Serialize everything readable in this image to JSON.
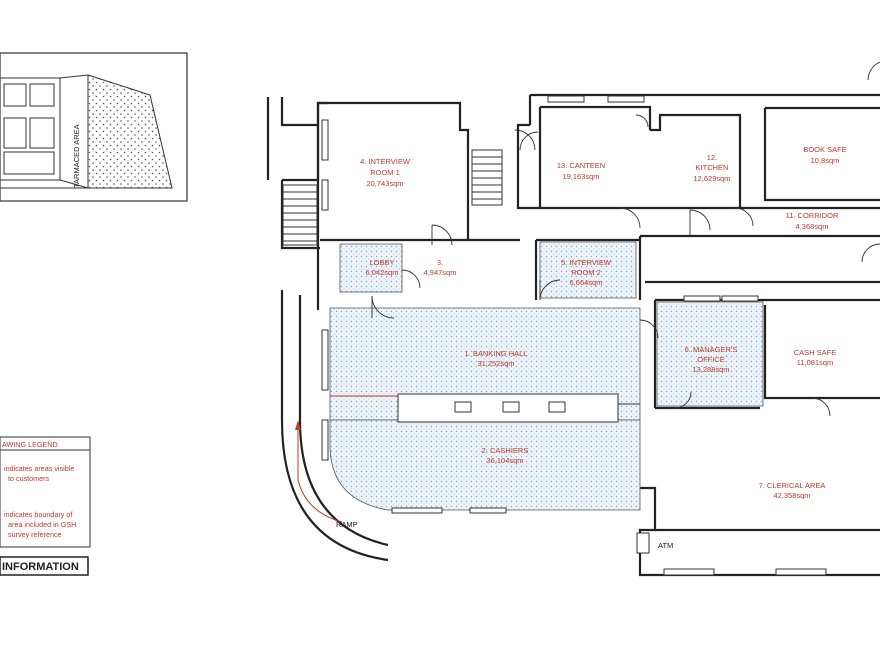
{
  "plan": {
    "site_map": {
      "tarmac_label": "TARMACED AREA"
    },
    "rooms": {
      "interview_room_1": {
        "line1": "4. INTERVIEW",
        "line2": "ROOM 1",
        "area": "20,743sqm"
      },
      "canteen": {
        "line1": "13. CANTEEN",
        "area": "19,163sqm"
      },
      "kitchen": {
        "line1": "12.",
        "line2": "KITCHEN",
        "area": "12,629sqm"
      },
      "book_safe": {
        "line1": "BOOK SAFE",
        "area": "10,8sqm"
      },
      "corridor": {
        "line1": "11. CORRIDOR",
        "area": "4,368sqm"
      },
      "lobby": {
        "line1": "LOBBY",
        "area": "6,042sqm"
      },
      "room_3": {
        "line1": "3.",
        "area": "4,947sqm"
      },
      "interview_room_2": {
        "line1": "5. INTERVIEW",
        "line2": "ROOM 2",
        "area": "6,664sqm"
      },
      "banking_hall": {
        "line1": "1. BANKING HALL",
        "area": "31,252sqm"
      },
      "managers_office": {
        "line1": "6. MANAGER'S",
        "line2": "OFFICE",
        "area": "13,288sqm"
      },
      "cash_safe": {
        "line1": "CASH SAFE",
        "area": "11,081sqm"
      },
      "cashiers": {
        "line1": "2. CASHIERS",
        "area": "36,104sqm"
      },
      "clerical_area": {
        "line1": "7. CLERICAL AREA",
        "area": "42,358sqm"
      }
    },
    "labels": {
      "ramp": "RAMP",
      "atm": "ATM"
    },
    "legend": {
      "title": "AWING LEGEND",
      "item1_line1": "indicates areas visible",
      "item1_line2": "to customers",
      "item2_line1": "indicates boundary of",
      "item2_line2": "area included in GSH",
      "item2_line3": "survey reference"
    },
    "information_label": "INFORMATION",
    "colors": {
      "label_red": "#c0392b",
      "hatch_blue": "#7fa7c9"
    }
  }
}
